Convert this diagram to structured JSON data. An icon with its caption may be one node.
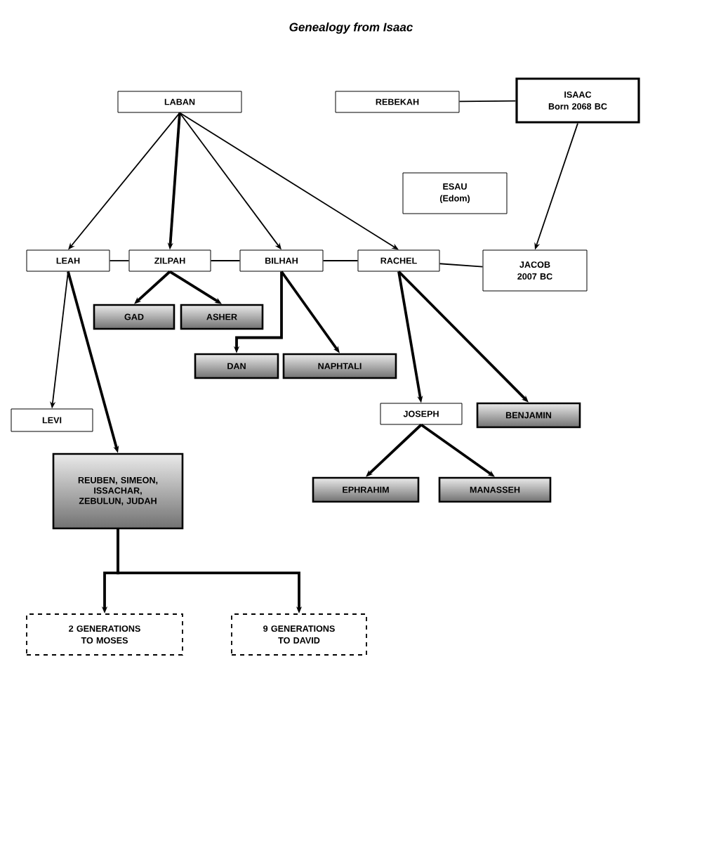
{
  "diagram": {
    "title": "Genealogy from Isaac",
    "nodes": [
      {
        "text": [
          "LABAN"
        ]
      },
      {
        "text": [
          "REBEKAH"
        ]
      },
      {
        "text": [
          "ISAAC",
          "Born 2068 BC"
        ]
      },
      {
        "text": [
          "ESAU",
          "(Edom)"
        ]
      },
      {
        "text": [
          "LEAH"
        ]
      },
      {
        "text": [
          "ZILPAH"
        ]
      },
      {
        "text": [
          "BILHAH"
        ]
      },
      {
        "text": [
          "RACHEL"
        ]
      },
      {
        "text": [
          "JACOB",
          "2007 BC"
        ]
      },
      {
        "text": [
          "GAD"
        ]
      },
      {
        "text": [
          "ASHER"
        ]
      },
      {
        "text": [
          "DAN"
        ]
      },
      {
        "text": [
          "NAPHTALI"
        ]
      },
      {
        "text": [
          "LEVI"
        ]
      },
      {
        "text": [
          "JOSEPH"
        ]
      },
      {
        "text": [
          "BENJAMIN"
        ]
      },
      {
        "text": [
          "REUBEN, SIMEON, ISSACHAR, ZEBULUN, JUDAH"
        ]
      },
      {
        "text": [
          "EPHRAHIM"
        ]
      },
      {
        "text": [
          "MANASSEH"
        ]
      },
      {
        "text": [
          "2 GENERATIONS",
          "TO MOSES"
        ]
      },
      {
        "text": [
          "9 GENERATIONS",
          "TO DAVID"
        ]
      }
    ],
    "edges": [
      {
        "from": 0,
        "to": 4,
        "arrow": "to"
      },
      {
        "from": 0,
        "to": 5,
        "arrow": "to"
      },
      {
        "from": 0,
        "to": 6,
        "arrow": "to"
      },
      {
        "from": 0,
        "to": 7,
        "arrow": "to"
      },
      {
        "from": 1,
        "to": 2,
        "arrow": "none"
      },
      {
        "from": 2,
        "to": 8,
        "arrow": "to"
      },
      {
        "from": 4,
        "to": 5,
        "arrow": "none"
      },
      {
        "from": 5,
        "to": 6,
        "arrow": "none"
      },
      {
        "from": 6,
        "to": 7,
        "arrow": "none"
      },
      {
        "from": 7,
        "to": 8,
        "arrow": "none"
      },
      {
        "from": 5,
        "to": 9,
        "arrow": "to"
      },
      {
        "from": 5,
        "to": 10,
        "arrow": "to"
      },
      {
        "from": 6,
        "to": 11,
        "arrow": "to"
      },
      {
        "from": 6,
        "to": 12,
        "arrow": "to"
      },
      {
        "from": 4,
        "to": 13,
        "arrow": "to"
      },
      {
        "from": 4,
        "to": 16,
        "arrow": "to"
      },
      {
        "from": 7,
        "to": 14,
        "arrow": "to"
      },
      {
        "from": 7,
        "to": 15,
        "arrow": "to"
      },
      {
        "from": 14,
        "to": 17,
        "arrow": "to"
      },
      {
        "from": 14,
        "to": 18,
        "arrow": "to"
      },
      {
        "from": 16,
        "to": 19,
        "arrow": "to"
      },
      {
        "from": 16,
        "to": 20,
        "arrow": "to"
      }
    ]
  }
}
